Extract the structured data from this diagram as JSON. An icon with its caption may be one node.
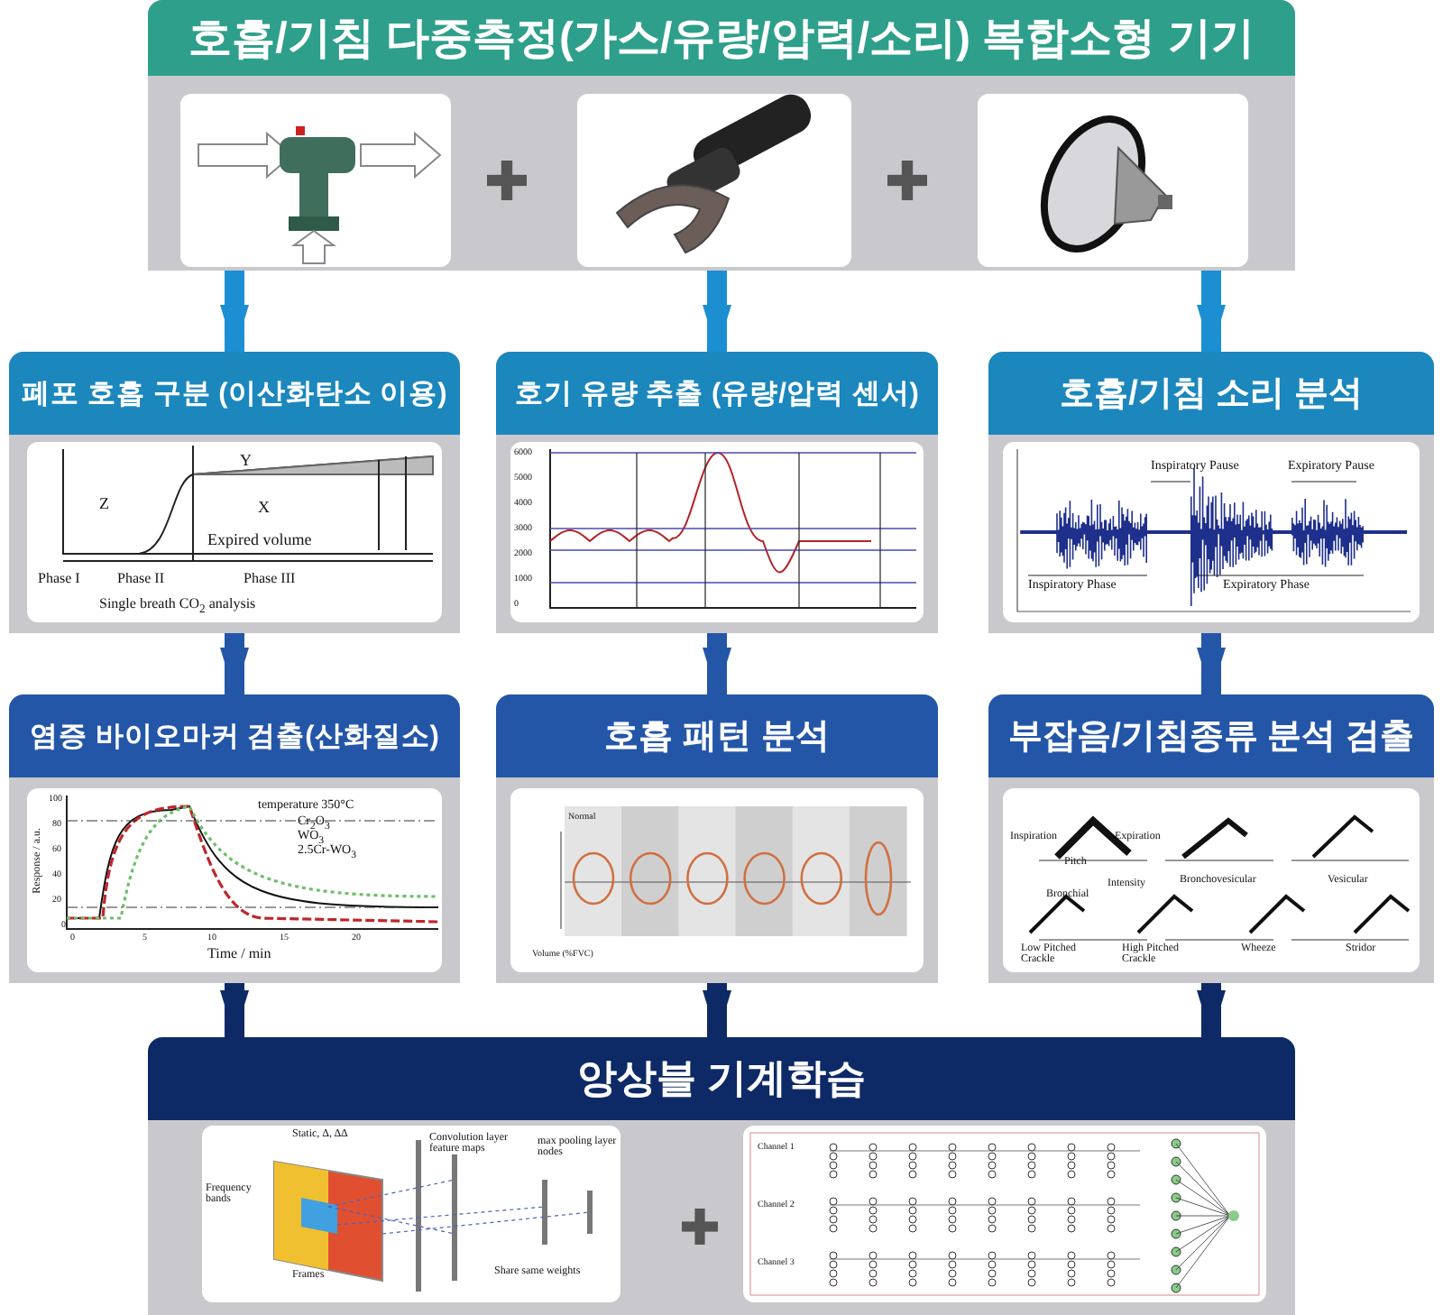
{
  "diagram": {
    "nodes": [
      {
        "text": [
          "호흡/기침 다중측정(가스/유량/압력/소리) 복합소형 기기"
        ]
      },
      {
        "text": [],
        "shape": "picture",
        "in": 0
      },
      {
        "text": [],
        "shape": "picture",
        "in": 0
      },
      {
        "text": [],
        "shape": "picture",
        "in": 0
      },
      {
        "text": [
          "폐포 호흡 구분 (이산화탄소 이용)"
        ]
      },
      {
        "text": [],
        "shape": "picture",
        "in": 4
      },
      {
        "text": [
          "호기 유량 추출 (유량/압력 센서)"
        ]
      },
      {
        "text": [],
        "shape": "picture",
        "in": 6
      },
      {
        "text": [
          "호흡/기침 소리 분석"
        ]
      },
      {
        "text": [],
        "shape": "picture",
        "in": 8
      },
      {
        "text": [
          "염증 바이오마커 검출(산화질소)"
        ]
      },
      {
        "text": [],
        "shape": "picture",
        "in": 10
      },
      {
        "text": [
          "호흡 패턴 분석"
        ]
      },
      {
        "text": [],
        "shape": "picture",
        "in": 12
      },
      {
        "text": [
          "부잡음/기침종류 분석 검출"
        ]
      },
      {
        "text": [],
        "shape": "picture",
        "in": 14
      },
      {
        "text": [
          "앙상블 기계학습"
        ]
      },
      {
        "text": [],
        "shape": "picture",
        "in": 16
      },
      {
        "text": [],
        "shape": "picture",
        "in": 16
      }
    ],
    "edges": [
      {
        "from": 0,
        "to": 4,
        "arrow": "to",
        "color": "#1b8fd2"
      },
      {
        "from": 0,
        "to": 6,
        "arrow": "to",
        "color": "#1b8fd2"
      },
      {
        "from": 0,
        "to": 8,
        "arrow": "to",
        "color": "#1b8fd2"
      },
      {
        "from": 4,
        "to": 10,
        "arrow": "to",
        "color": "#2456a8"
      },
      {
        "from": 6,
        "to": 12,
        "arrow": "to",
        "color": "#2456a8"
      },
      {
        "from": 8,
        "to": 14,
        "arrow": "to",
        "color": "#2456a8"
      },
      {
        "from": 10,
        "to": 16,
        "arrow": "to",
        "color": "#0d2a66"
      },
      {
        "from": 12,
        "to": 16,
        "arrow": "to",
        "color": "#0d2a66"
      },
      {
        "from": 14,
        "to": 16,
        "arrow": "to",
        "color": "#0d2a66"
      }
    ],
    "labels": [
      "Y",
      "Z",
      "X",
      "Expired volume",
      "Phase I",
      "Phase II",
      "Phase III",
      "Single breath CO$_{2}$ analysis",
      "6000",
      "5000",
      "4000",
      "3000",
      "2000",
      "1000",
      "0",
      "Inspiratory Pause",
      "Expiratory Pause",
      "Inspiratory Phase",
      "Expiratory Phase",
      "temperature 350°C",
      "Cr$_{2}$O$_{3}$",
      "WO$_{3}$",
      "2.5Cr-WO$_{3}$",
      "Time / min",
      "Response / a.u.",
      "100",
      "80",
      "60",
      "40",
      "20",
      "0",
      "0",
      "5",
      "10",
      "15",
      "20",
      "Normal",
      "Volume (%FVC)",
      "Inspiration",
      "Pitch",
      "Expiration",
      "Intensity",
      "Bronchial",
      "Bronchovesicular",
      "Vesicular",
      "Low Pitched Crackle",
      "High Pitched Crackle",
      "Wheeze",
      "Stridor",
      "Static, Δ, ΔΔ",
      "Convolution layer feature maps",
      "max pooling layer nodes",
      "Frequency bands",
      "Frames",
      "Share same weights",
      "Channel 1",
      "Channel 2",
      "Channel 3"
    ]
  }
}
